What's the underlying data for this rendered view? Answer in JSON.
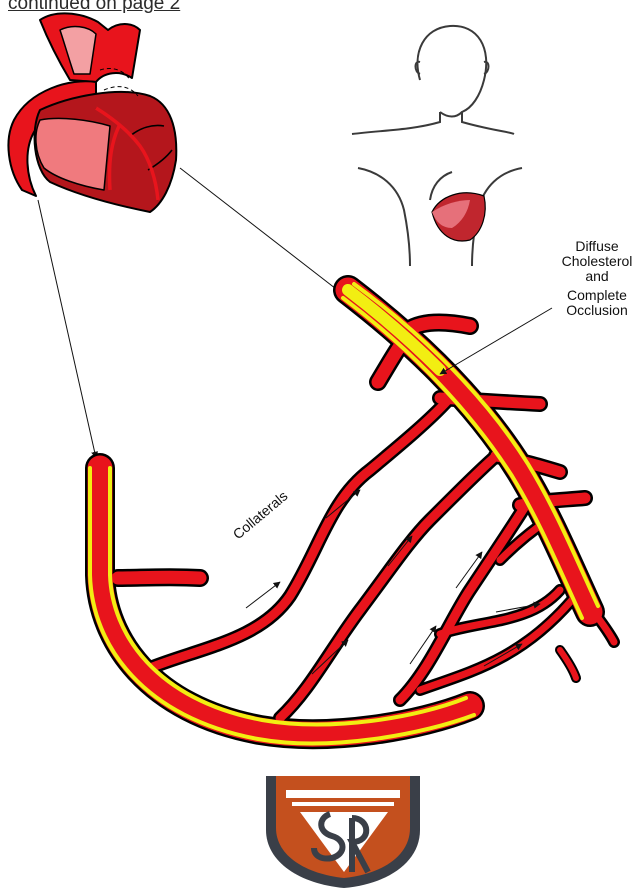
{
  "header": {
    "continued_text": "continued on page 2"
  },
  "diagram": {
    "labels": {
      "collaterals": "Collaterals",
      "occlusion_lines": [
        "Diffuse",
        "Cholesterol",
        "and",
        "Complete",
        "Occlusion"
      ]
    }
  },
  "colors": {
    "artery_red": "#e8141c",
    "artery_outline": "#000000",
    "plaque_yellow": "#f2ee12",
    "heart_dark": "#b4161c",
    "heart_light": "#f07a7e",
    "logo_orange": "#c4501e",
    "logo_dark": "#3a3f48"
  },
  "icons": [
    "heart-illustration",
    "human-silhouette",
    "university-logo"
  ]
}
